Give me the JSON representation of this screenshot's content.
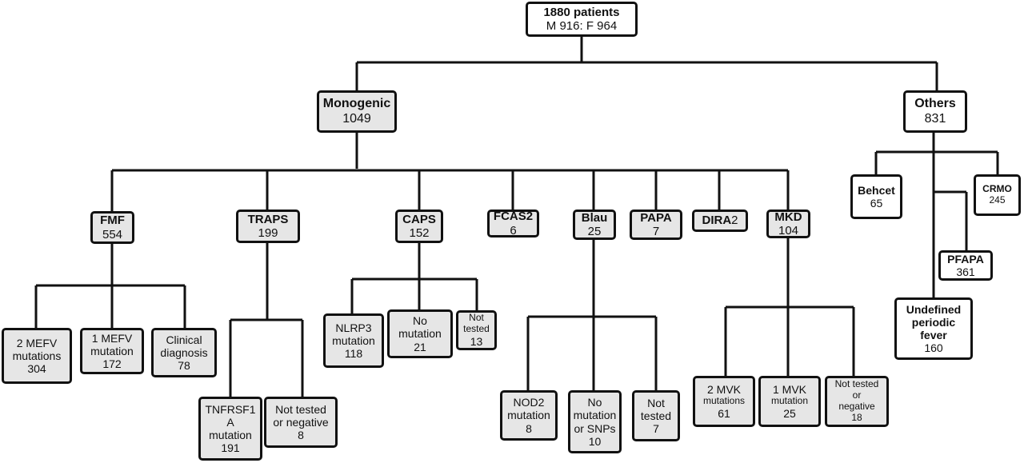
{
  "root": {
    "title": "1880 patients",
    "sub": "M 916: F 964"
  },
  "monogenic": {
    "title": "Monogenic",
    "value": "1049"
  },
  "others": {
    "title": "Others",
    "value": "831"
  },
  "fmf": {
    "title": "FMF",
    "value": "554",
    "children": [
      {
        "line1": "2 MEFV",
        "line2": "mutations",
        "value": "304"
      },
      {
        "line1": "1 MEFV",
        "line2": "mutation",
        "value": "172"
      },
      {
        "line1": "Clinical",
        "line2": "diagnosis",
        "value": "78"
      }
    ]
  },
  "traps": {
    "title": "TRAPS",
    "value": "199",
    "children": [
      {
        "line1": "TNFRSF1",
        "line2": "A",
        "line3": "mutation",
        "value": "191"
      },
      {
        "line1": "Not tested",
        "line2": "or negative",
        "value": "8"
      }
    ]
  },
  "caps": {
    "title": "CAPS",
    "value": "152",
    "children": [
      {
        "line1": "NLRP3",
        "line2": "mutation",
        "value": "118"
      },
      {
        "line1": "No",
        "line2": "mutation",
        "value": "21"
      },
      {
        "line1": "Not",
        "line2": "tested",
        "value": "13"
      }
    ]
  },
  "fcas2": {
    "title": "FCAS2",
    "value": "6"
  },
  "blau": {
    "title": "Blau",
    "value": "25",
    "children": [
      {
        "line1": "NOD2",
        "line2": "mutation",
        "value": "8"
      },
      {
        "line1": "No",
        "line2": "mutation",
        "line3": "or SNPs",
        "value": "10"
      },
      {
        "line1": "Not",
        "line2": "tested",
        "value": "7"
      }
    ]
  },
  "papa": {
    "title": "PAPA",
    "value": "7"
  },
  "dira": {
    "title": "DIRA",
    "value": "2"
  },
  "mkd": {
    "title": "MKD",
    "value": "104",
    "children": [
      {
        "line1": "2 MVK",
        "line2": "mutations",
        "value": "61"
      },
      {
        "line1": "1 MVK",
        "line2": "mutation",
        "value": "25"
      },
      {
        "line1": "Not tested",
        "line2": "or",
        "line3": "negative",
        "value": "18"
      }
    ]
  },
  "behcet": {
    "title": "Behcet",
    "value": "65"
  },
  "crmo": {
    "title": "CRMO",
    "value": "245"
  },
  "pfapa": {
    "title": "PFAPA",
    "value": "361"
  },
  "undefined": {
    "line1": "Undefined",
    "line2": "periodic",
    "line3": "fever",
    "value": "160"
  }
}
